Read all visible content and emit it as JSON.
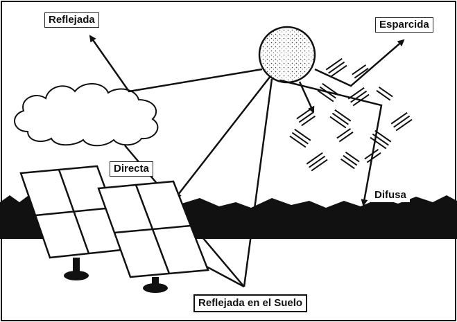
{
  "labels": {
    "reflected": "Reflejada",
    "scattered": "Esparcida",
    "direct": "Directa",
    "diffuse": "Difusa",
    "ground_reflected": "Reflejada en el Suelo"
  },
  "colors": {
    "ink": "#111111",
    "background": "#ffffff",
    "panel_fill": "#ffffff",
    "mountains": "#111111"
  }
}
